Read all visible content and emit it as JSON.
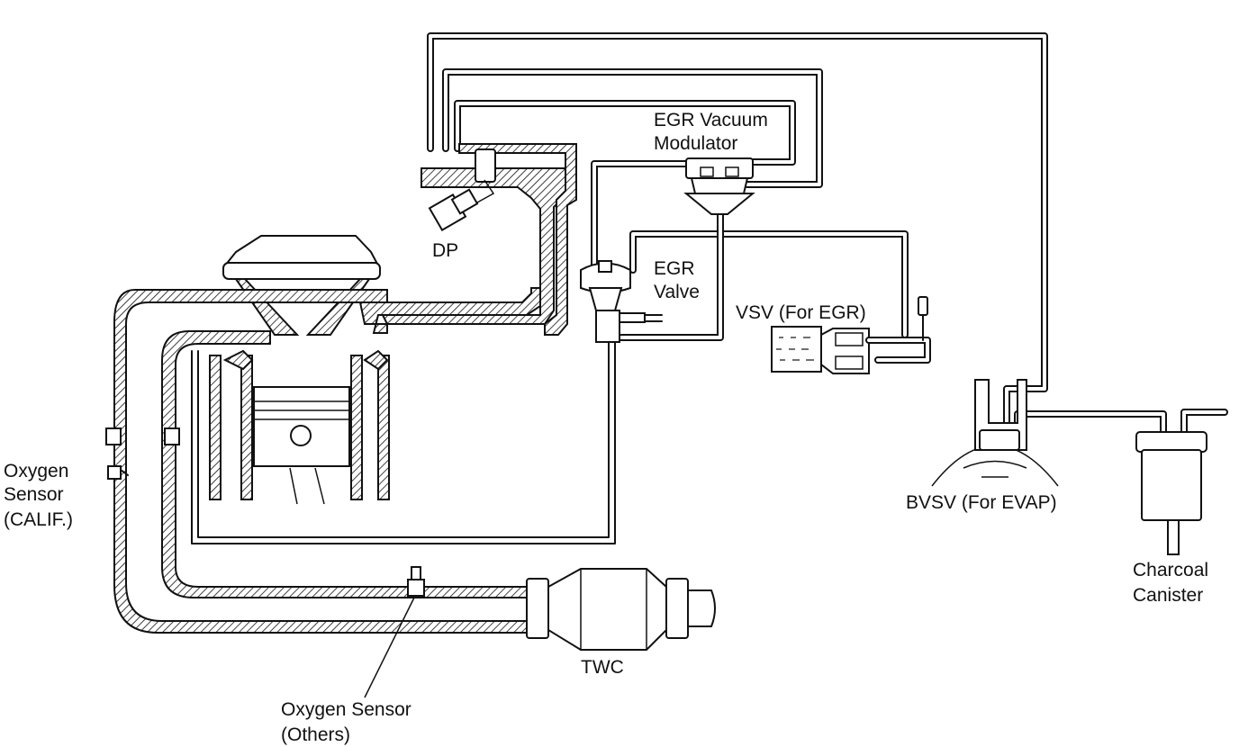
{
  "labels": {
    "egr_vacuum_modulator_line1": "EGR Vacuum",
    "egr_vacuum_modulator_line2": "Modulator",
    "dp": "DP",
    "egr_valve_line1": "EGR",
    "egr_valve_line2": "Valve",
    "vsv_for_egr": "VSV (For EGR)",
    "oxygen_sensor_calif_line1": "Oxygen",
    "oxygen_sensor_calif_line2": "Sensor",
    "oxygen_sensor_calif_line3": "(CALIF.)",
    "bvsv_for_evap": "BVSV (For EVAP)",
    "charcoal_canister_line1": "Charcoal",
    "charcoal_canister_line2": "Canister",
    "twc": "TWC",
    "oxygen_sensor_others_line1": "Oxygen Sensor",
    "oxygen_sensor_others_line2": "(Others)"
  }
}
